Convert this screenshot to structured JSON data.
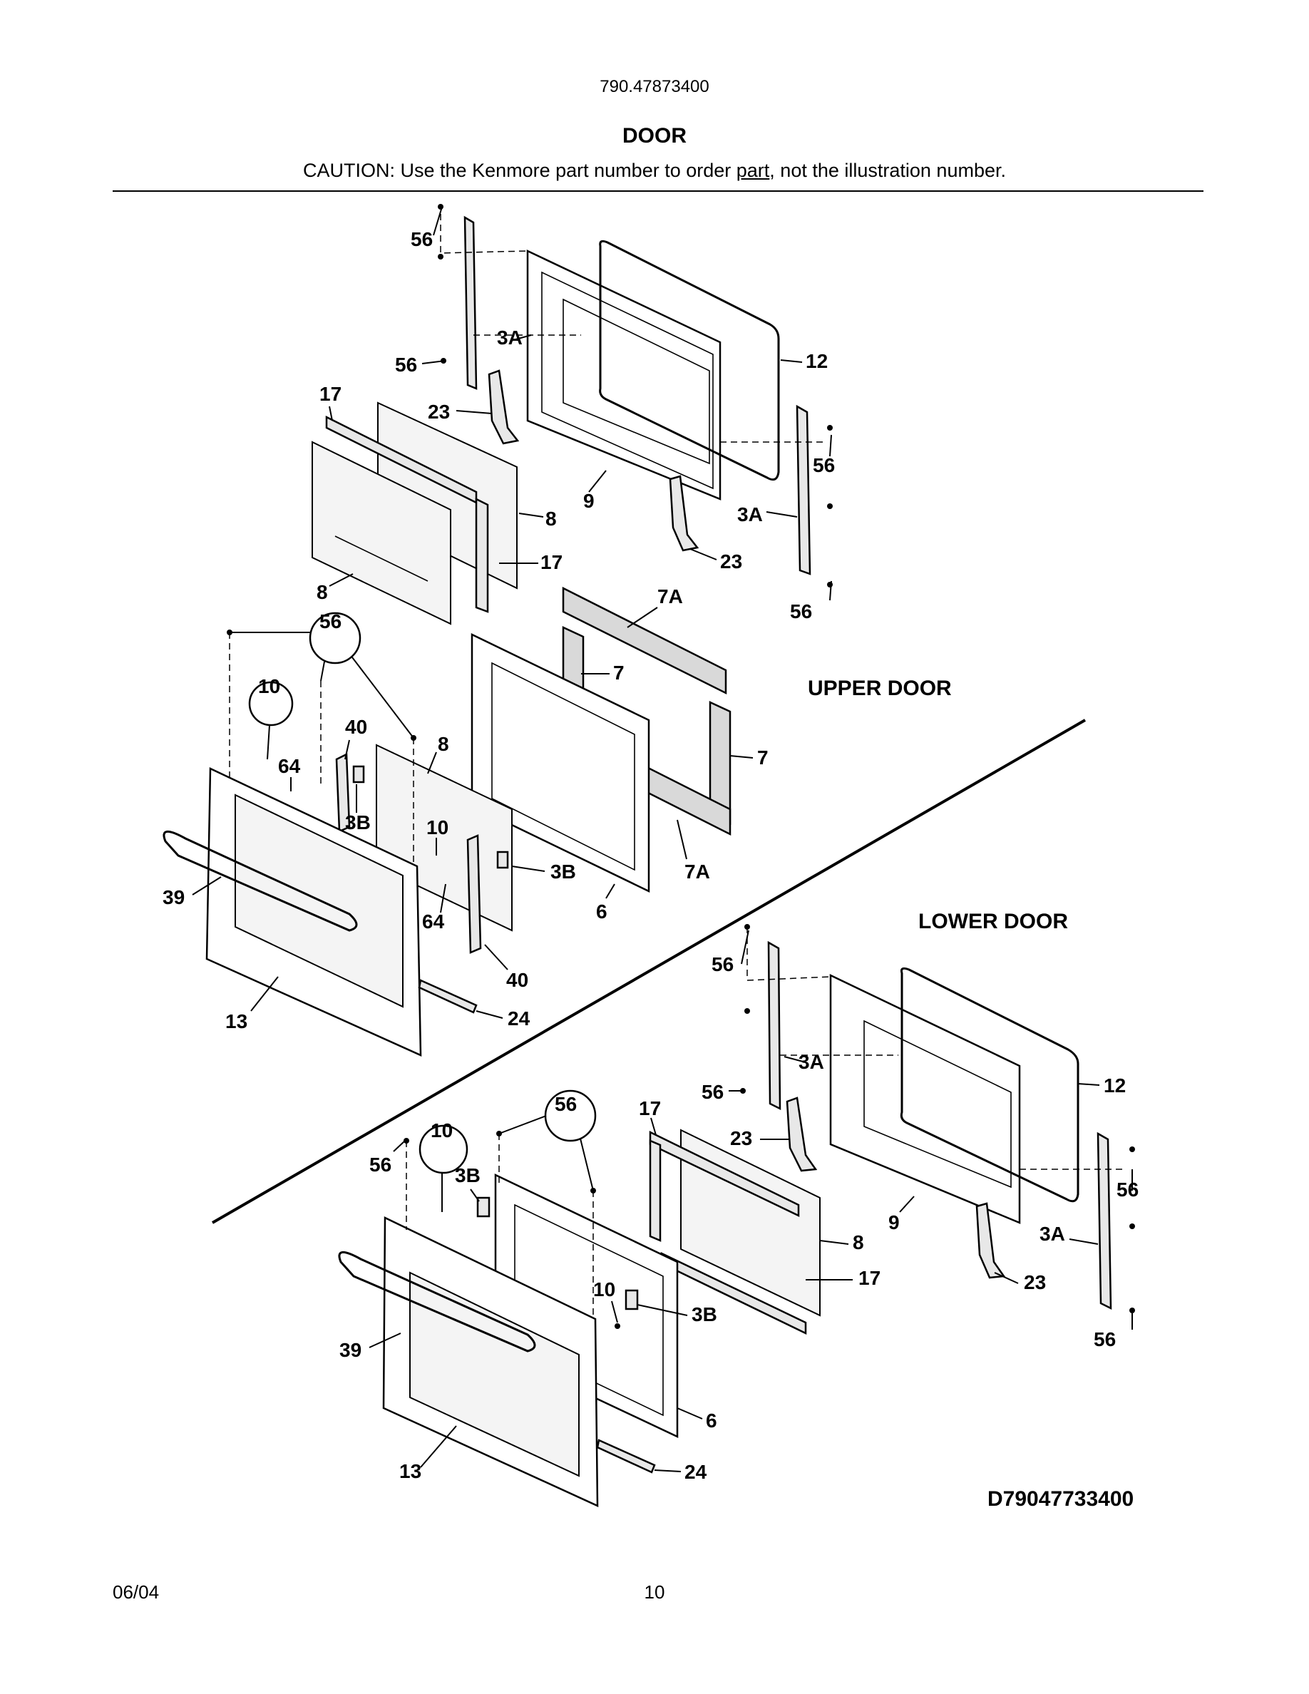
{
  "header": {
    "model_number": "790.47873400",
    "title": "DOOR",
    "caution_before": "CAUTION: Use the Kenmore part number to order ",
    "caution_underlined": "part",
    "caution_after": ", not the illustration number."
  },
  "sections": {
    "upper": "UPPER DOOR",
    "lower": "LOWER DOOR"
  },
  "diagram_code": "D79047733400",
  "footer": {
    "date": "06/04",
    "page": "10"
  },
  "callouts": {
    "upper": [
      "56",
      "3A",
      "56",
      "12",
      "17",
      "23",
      "56",
      "9",
      "3A",
      "8",
      "17",
      "23",
      "8",
      "56",
      "7A",
      "56",
      "10",
      "7",
      "40",
      "8",
      "64",
      "7",
      "3B",
      "10",
      "3B",
      "7A",
      "39",
      "6",
      "64",
      "40",
      "13",
      "24"
    ],
    "lower": [
      "56",
      "3A",
      "12",
      "56",
      "56",
      "10",
      "56",
      "17",
      "3B",
      "23",
      "56",
      "9",
      "3A",
      "8",
      "17",
      "10",
      "3B",
      "23",
      "39",
      "56",
      "6",
      "13",
      "24"
    ]
  }
}
